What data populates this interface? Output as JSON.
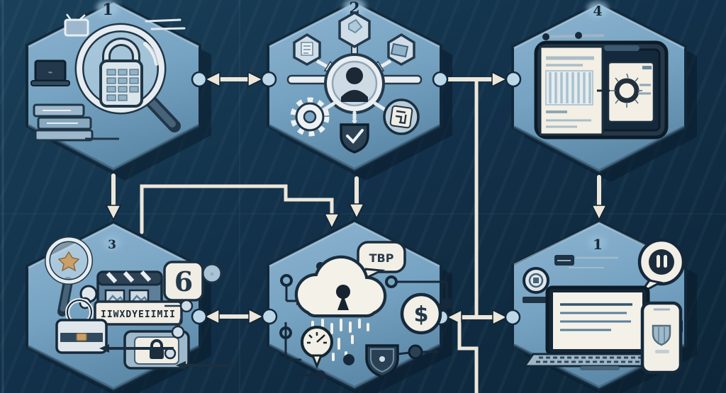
{
  "diagram": {
    "type": "hexagonal-flowchart-illustration",
    "background_color": "#123049",
    "hexagon_color": "#7aa6c5",
    "arrow_color": "#ece7da",
    "steps": [
      {
        "id": "search-audit",
        "number": "1",
        "icon": "magnifier-padlock"
      },
      {
        "id": "identity-hub",
        "number": "2",
        "icon": "user-network"
      },
      {
        "id": "report-tablet",
        "number": "4",
        "icon": "tablet-report"
      },
      {
        "id": "asset-inventory",
        "number": "3",
        "icon": "files-briefcase",
        "tile_number": "6",
        "device_label": "IIWXDYEIIMII"
      },
      {
        "id": "secure-cloud",
        "number": "",
        "icon": "cloud-keyhole",
        "bubble_text": "TBP",
        "currency_symbol": "$"
      },
      {
        "id": "devices",
        "number": "1",
        "icon": "laptop-phone"
      }
    ]
  }
}
